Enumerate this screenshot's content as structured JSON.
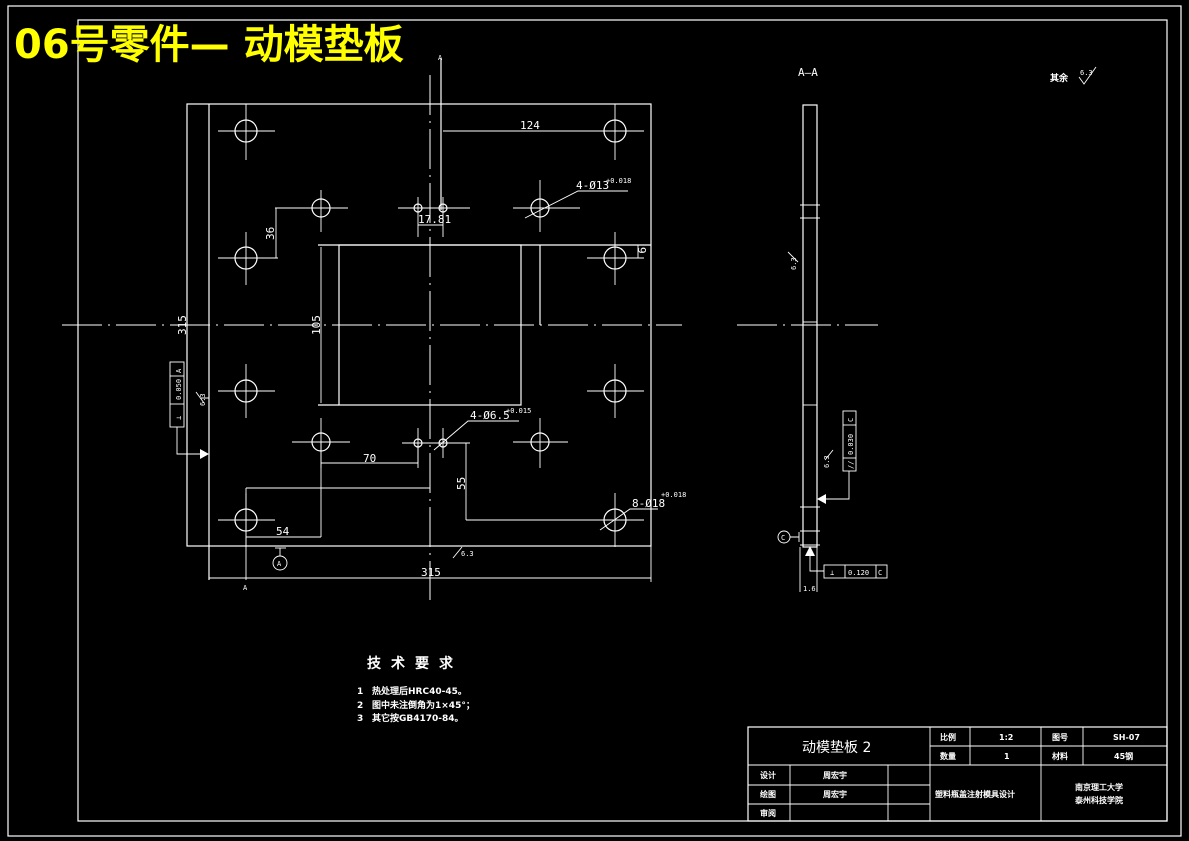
{
  "title": "06号零件— 动模垫板",
  "section_label": "A—A",
  "roughness_note": {
    "prefix": "其余",
    "value": "6.3"
  },
  "front_view": {
    "dimensions": {
      "width_bottom": "315",
      "height_left": "315",
      "top_124": "124",
      "hole_spacing_17_81": "17.81",
      "offset_36": "36",
      "pocket_height": "105",
      "dim_70": "70",
      "dim_55": "55",
      "dim_54": "54",
      "dim_9": "9"
    },
    "hole_callouts": [
      {
        "text": "4-Ø13",
        "tol_upper": "+0.018",
        "tol_lower": "0"
      },
      {
        "text": "4-Ø6.5",
        "tol_upper": "+0.015",
        "tol_lower": "0"
      },
      {
        "text": "8-Ø18",
        "tol_upper": "+0.018",
        "tol_lower": "0"
      }
    ],
    "tolerance_frame": {
      "symbol": "⊥",
      "value": "0.050",
      "datum": "A"
    },
    "datum_label": "A",
    "section_marks": [
      "A",
      "A"
    ],
    "roughness": [
      "6.3",
      "6.3"
    ]
  },
  "side_view": {
    "parallel_frame": {
      "symbol": "//",
      "value": "0.030",
      "datum": "C"
    },
    "perp_frame": {
      "symbol": "⊥",
      "value": "0.120",
      "datum": "C"
    },
    "datum_label": "C",
    "roughness": [
      "6.3",
      "6.3"
    ],
    "bottom_label": "1.6"
  },
  "tech_requirements": {
    "heading": "技术要求",
    "items": [
      {
        "num": "1",
        "text": "热处理后HRC40-45。"
      },
      {
        "num": "2",
        "text": "图中未注倒角为1×45°；"
      },
      {
        "num": "3",
        "text": "其它按GB4170-84。"
      }
    ]
  },
  "title_block": {
    "part_name": "动模垫板 2",
    "scale_label": "比例",
    "scale_value": "1:2",
    "drawing_no_label": "图号",
    "drawing_no_value": "SH-07",
    "qty_label": "数量",
    "qty_value": "1",
    "material_label": "材料",
    "material_value": "45钢",
    "design_label": "设计",
    "design_value": "周宏宇",
    "draw_label": "绘图",
    "draw_value": "周宏宇",
    "review_label": "审阅",
    "review_value": "",
    "project": "塑料瓶盖注射模具设计",
    "school_line1": "南京理工大学",
    "school_line2": "泰州科技学院"
  }
}
